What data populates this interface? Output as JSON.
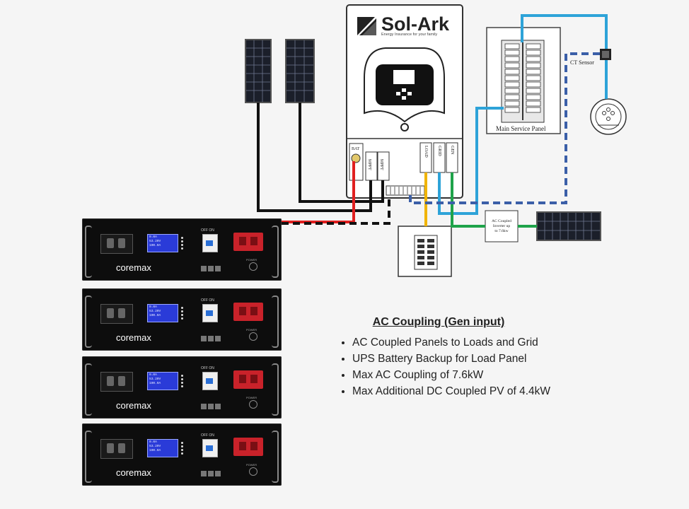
{
  "brand": {
    "logo_text": "Sol-Ark",
    "tagline": "Energy Insurance for your family"
  },
  "inverter_labels": {
    "bat": "BAT",
    "mppt1": "MPPT",
    "mppt2": "MPPT",
    "load": "LOAD",
    "grid": "GRID",
    "gen": "GEN"
  },
  "components": {
    "main_service_panel": "Main Service Panel",
    "ct_sensor": "CT Sensor",
    "ac_coupled_inverter": "AC Coupled Inverter up to 7.6kw"
  },
  "caption": {
    "title": "AC Coupling (Gen input)",
    "bullets": [
      "AC Coupled Panels to Loads and Grid",
      "UPS Battery Backup for Load Panel",
      "Max AC Coupling of 7.6kW",
      "Max Additional DC Coupled PV of 4.4kW"
    ]
  },
  "battery": {
    "brand": "coremax",
    "off_label": "OFF",
    "on_label": "ON",
    "power_label": "POWER",
    "count": 4
  },
  "colors": {
    "battery_positive": "#e02020",
    "battery_negative": "#111111",
    "pv_wire": "#111111",
    "load_wire": "#f0b400",
    "grid_wire": "#2ea3d8",
    "gen_wire": "#1fa34a",
    "ct_dashed": "#3b5fa8"
  }
}
